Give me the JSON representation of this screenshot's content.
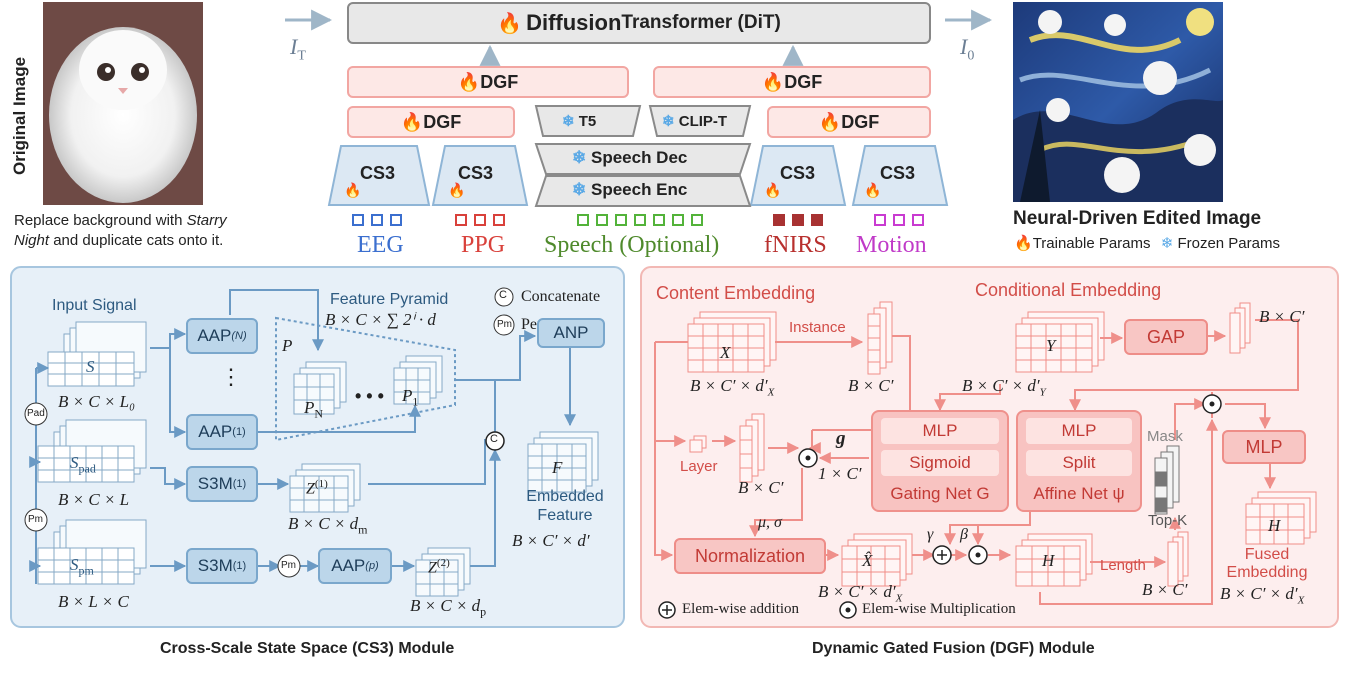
{
  "top": {
    "original_image_label": "Original Image",
    "instruction_line1_prefix": "Replace background with ",
    "instruction_line1_em": "Starry",
    "instruction_line2_em": "Night",
    "instruction_line2_suffix": " and duplicate cats onto it.",
    "dit_label": "Diffusion Transformer (DiT)",
    "dit_bold": "Diffusion",
    "dit_rest": " Transformer (DiT)",
    "input_latent": "I",
    "input_latent_sub": "T",
    "output_latent": "I",
    "output_latent_sub": "0",
    "dgf_label": "DGF",
    "cs3_label": "CS3",
    "t5_label": "T5",
    "clipt_label": "CLIP-T",
    "speech_dec_label": "Speech Dec",
    "speech_enc_label": "Speech Enc",
    "modalities": [
      {
        "name": "EEG",
        "color": "#3b6fcf"
      },
      {
        "name": "PPG",
        "color": "#d9413b"
      },
      {
        "name": "Speech (Optional)",
        "color": "#4f8a2c"
      },
      {
        "name": "fNIRS",
        "color": "#b8302e"
      },
      {
        "name": "Motion",
        "color": "#c03ac8"
      }
    ],
    "edited_image_label": "Neural-Driven Edited Image",
    "legend_trainable": "Trainable Params",
    "legend_frozen": "Frozen Params"
  },
  "cs3": {
    "caption": "Cross-Scale State Space (CS3) Module",
    "input_signal": "Input Signal",
    "feature_pyramid": "Feature Pyramid",
    "feature_pyramid_dim": "B × C × ∑ 2ⁱ · d",
    "concatenate": "Concatenate",
    "permute": "Permute",
    "c_symbol": "C",
    "pm_symbol": "Pm",
    "pad_symbol": "Pad",
    "s_label": "S",
    "s_dim": "B × C × L₀",
    "spad_label": "S",
    "spad_sub": "pad",
    "spad_dim": "B × C × L",
    "spm_label": "S",
    "spm_sub": "pm",
    "spm_dim": "B × L × C",
    "aapN": "AAP",
    "aapN_sup": "(N)",
    "aap1": "AAP",
    "aap1_sup": "(1)",
    "aapp": "AAP",
    "aapp_sup": "(p)",
    "s3m": "S3M",
    "s3m_sup": "(1)",
    "anp": "ANP",
    "dots": "⋮",
    "p_label": "P",
    "pN": "P",
    "pN_sub": "N",
    "p1": "P",
    "p1_sub": "1",
    "z1": "Z",
    "z1_sup": "(1)",
    "z1_dim": "B × C × d",
    "z1_dim_sub": "m",
    "z2": "Z",
    "z2_sup": "(2)",
    "z2_dim": "B × C × d",
    "z2_dim_sub": "p",
    "f_label": "F",
    "embedded_feature": "Embedded Feature",
    "f_dim": "B × C′ × d′"
  },
  "dgf": {
    "caption": "Dynamic Gated Fusion (DGF) Module",
    "content_embedding": "Content Embedding",
    "conditional_embedding": "Conditional Embedding",
    "x_label": "X",
    "x_dim": "B × C′ × d′",
    "x_dim_sub": "X",
    "instance": "Instance",
    "inst_dim": "B × C′",
    "y_label": "Y",
    "y_dim": "B × C′ × d′",
    "y_dim_sub": "Y",
    "gap": "GAP",
    "gap_dim": "B × C′",
    "layer": "Layer",
    "layer_dim": "B × C′",
    "g_label": "g",
    "g_dim": "1 × C′",
    "gating_rows": [
      "MLP",
      "Sigmoid"
    ],
    "gating_name": "Gating Net G",
    "affine_rows": [
      "MLP",
      "Split"
    ],
    "affine_name": "Affine Net ψ",
    "mask": "Mask",
    "topk": "Top-K",
    "mlp": "MLP",
    "mu_sigma": "μ, σ",
    "normalization": "Normalization",
    "xhat_label": "X̂",
    "xhat_dim": "B × C′ × d′",
    "xhat_dim_sub": "X",
    "gamma": "γ",
    "beta": "β",
    "h_label": "H",
    "length": "Length",
    "len_dim": "B × C′",
    "fused_embedding": "Fused Embedding",
    "fused_dim": "B × C′ × d′",
    "fused_dim_sub": "X",
    "legend_add": "Elem-wise addition",
    "legend_mul": "Elem-wise Multiplication"
  }
}
